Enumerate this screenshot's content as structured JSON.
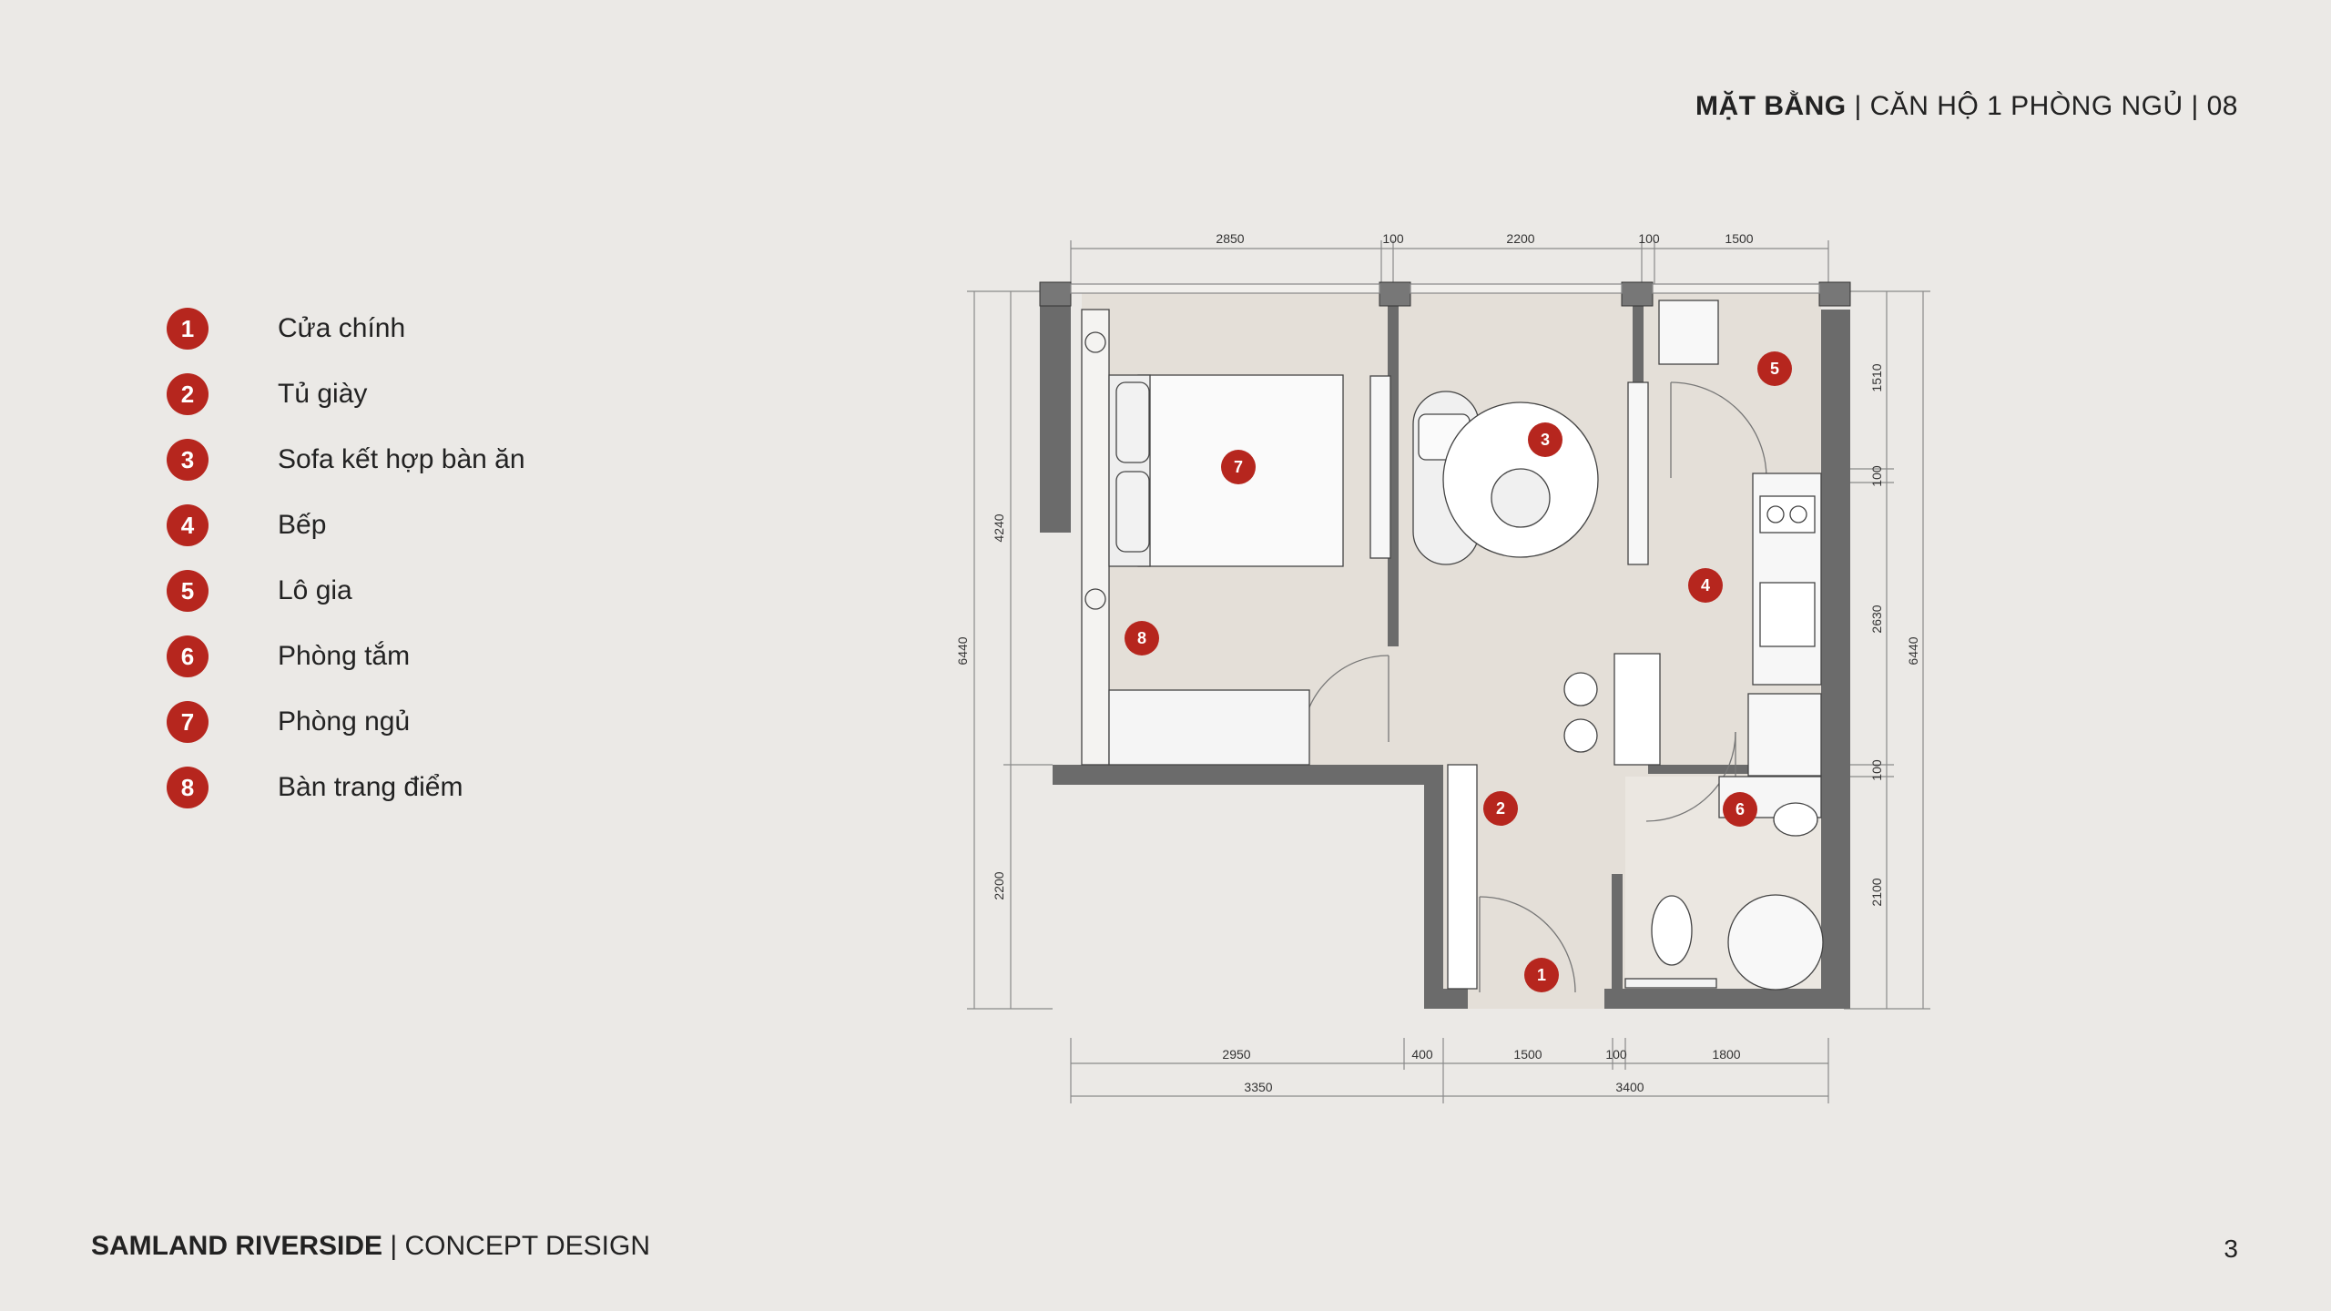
{
  "header": {
    "title_bold": "MẶT BẰNG",
    "title_rest": " | CĂN HỘ 1 PHÒNG NGỦ | 08"
  },
  "legend": [
    {
      "num": "1",
      "label": "Cửa chính"
    },
    {
      "num": "2",
      "label": "Tủ giày"
    },
    {
      "num": "3",
      "label": "Sofa kết hợp bàn ăn"
    },
    {
      "num": "4",
      "label": "Bếp"
    },
    {
      "num": "5",
      "label": "Lô gia"
    },
    {
      "num": "6",
      "label": "Phòng tắm"
    },
    {
      "num": "7",
      "label": "Phòng ngủ"
    },
    {
      "num": "8",
      "label": "Bàn trang điểm"
    }
  ],
  "dimensions": {
    "top": [
      "2850",
      "100",
      "2200",
      "100",
      "1500"
    ],
    "bottom": [
      "2950",
      "400",
      "1500",
      "100",
      "1800"
    ],
    "bottom_total": [
      "3350",
      "3400"
    ],
    "left_outer": "6440",
    "left_inner": [
      "4240",
      "2200"
    ],
    "right_inner": [
      "1510",
      "100",
      "2630",
      "100",
      "2100"
    ],
    "right_outer": "6440"
  },
  "room_markers": [
    "1",
    "2",
    "3",
    "4",
    "5",
    "6",
    "7",
    "8"
  ],
  "footer": {
    "brand_bold": "SAMLAND RIVERSIDE",
    "brand_rest": " | CONCEPT DESIGN",
    "page": "3"
  },
  "colors": {
    "accent": "#b6261e",
    "wall": "#6b6b6b",
    "floor": "#e4dfd8",
    "background": "#ebe9e6"
  }
}
